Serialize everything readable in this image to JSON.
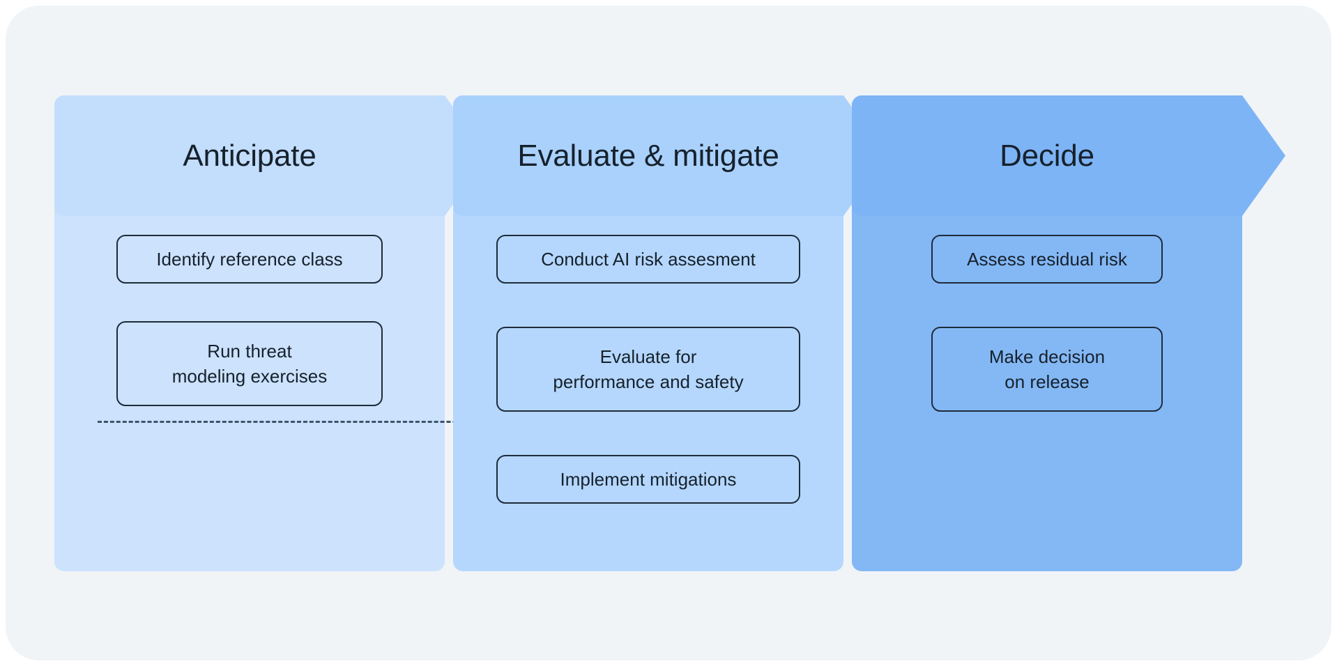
{
  "diagram": {
    "type": "process-flow-chevrons",
    "title": "",
    "colors": {
      "page_background": "#ffffff",
      "panel_background": "#f0f4f7",
      "stage_1": "#cce2fd",
      "stage_2": "#b5d7fe",
      "stage_3": "#7db4f5",
      "pill_border": "#1d2b39",
      "text": "#16212c",
      "divider": "#3e5468"
    },
    "stages": [
      {
        "title": "Anticipate",
        "items": [
          {
            "label": "Identify reference class",
            "lines": 1
          },
          {
            "label": "Run threat\nmodeling exercises",
            "lines": 2
          }
        ],
        "divider_after_item": 1
      },
      {
        "title": "Evaluate & mitigate",
        "items": [
          {
            "label": "Conduct AI risk assesment",
            "lines": 1
          },
          {
            "label": "Evaluate for\nperformance and safety",
            "lines": 2
          },
          {
            "label": "Implement mitigations",
            "lines": 1
          }
        ]
      },
      {
        "title": "Decide",
        "items": [
          {
            "label": "Assess residual risk",
            "lines": 1
          },
          {
            "label": "Make decision\non release",
            "lines": 2
          }
        ]
      }
    ]
  }
}
